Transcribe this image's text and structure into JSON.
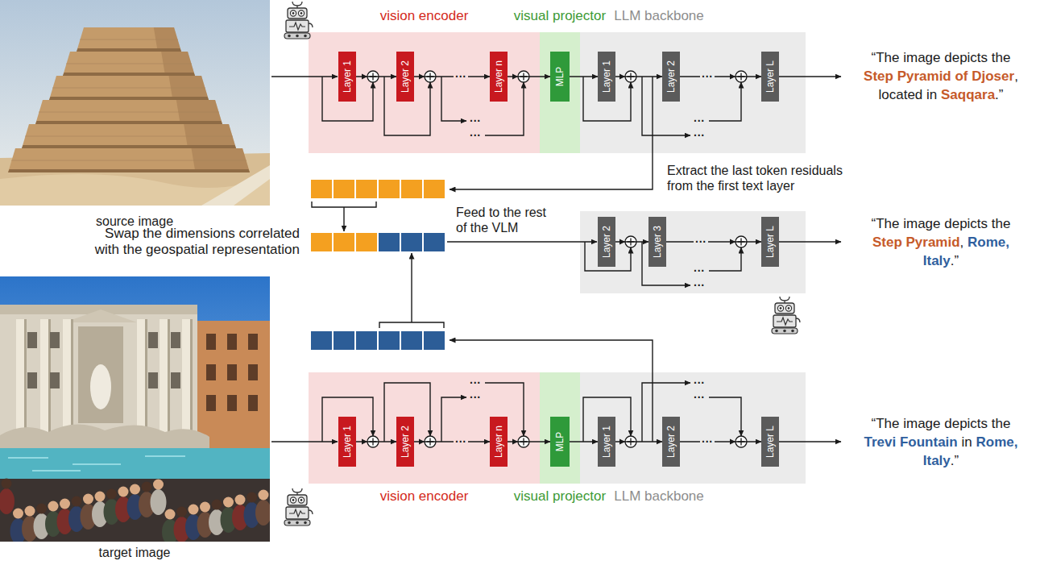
{
  "diagram": {
    "nodes": [
      {
        "text": [
          "vision encoder"
        ]
      },
      {
        "text": [
          "visual projector"
        ]
      },
      {
        "text": [
          "LLM backbone"
        ]
      },
      {
        "text": [
          "Layer 1"
        ],
        "in": 0
      },
      {
        "text": [
          "Layer 2"
        ],
        "in": 0
      },
      {
        "text": [
          "Layer n"
        ],
        "in": 0
      },
      {
        "text": [
          "MLP"
        ],
        "in": 1
      },
      {
        "text": [
          "Layer 1"
        ],
        "in": 2
      },
      {
        "text": [
          "Layer 2"
        ],
        "in": 2
      },
      {
        "text": [
          "Layer L"
        ],
        "in": 2
      },
      {
        "text": [
          "Layer 2"
        ]
      },
      {
        "text": [
          "Layer 3"
        ]
      },
      {
        "text": [
          "Layer L"
        ]
      },
      {
        "text": [
          "vision encoder"
        ]
      },
      {
        "text": [
          "visual projector"
        ]
      },
      {
        "text": [
          "LLM backbone"
        ]
      },
      {
        "text": [
          "Layer 1"
        ],
        "in": 13
      },
      {
        "text": [
          "Layer 2"
        ],
        "in": 13
      },
      {
        "text": [
          "Layer n"
        ],
        "in": 13
      },
      {
        "text": [
          "MLP"
        ],
        "in": 14
      },
      {
        "text": [
          "Layer 1"
        ],
        "in": 15
      },
      {
        "text": [
          "Layer 2"
        ],
        "in": 15
      },
      {
        "text": [
          "Layer L"
        ],
        "in": 15
      }
    ],
    "edges": [
      {
        "from": 3,
        "to": 4,
        "arrow": "to"
      },
      {
        "from": 4,
        "to": 5,
        "label": "···",
        "arrow": "to"
      },
      {
        "from": 5,
        "to": 6,
        "arrow": "to"
      },
      {
        "from": 6,
        "to": 7,
        "arrow": "to"
      },
      {
        "from": 7,
        "to": 8,
        "arrow": "to"
      },
      {
        "from": 8,
        "to": 9,
        "label": "···",
        "arrow": "to"
      },
      {
        "from": 10,
        "to": 11,
        "arrow": "to"
      },
      {
        "from": 11,
        "to": 12,
        "label": "···",
        "arrow": "to"
      },
      {
        "from": 16,
        "to": 17,
        "arrow": "to"
      },
      {
        "from": 17,
        "to": 18,
        "label": "···",
        "arrow": "to"
      },
      {
        "from": 18,
        "to": 19,
        "arrow": "to"
      },
      {
        "from": 19,
        "to": 20,
        "arrow": "to"
      },
      {
        "from": 20,
        "to": 21,
        "arrow": "to"
      },
      {
        "from": 21,
        "to": 22,
        "label": "···",
        "arrow": "to"
      }
    ],
    "labels": [
      "source image",
      "target image",
      "Extract the last token residuals from the first text layer",
      "Swap the dimensions correlated with the geospatial representation",
      "Feed to the rest of the VLM",
      "“The image depicts the",
      "Step Pyramid of Djoser",
      ",",
      "located in",
      "Saqqara",
      ".”",
      "“The image depicts the",
      "Step Pyramid",
      ",",
      "Rome,",
      "Italy",
      ".”",
      "“The image depicts the",
      "Trevi Fountain",
      "in",
      "Rome,",
      "Italy",
      ".”",
      "···",
      "···",
      "···",
      "···",
      "···",
      "···",
      "···",
      "···",
      "···",
      "···"
    ]
  }
}
